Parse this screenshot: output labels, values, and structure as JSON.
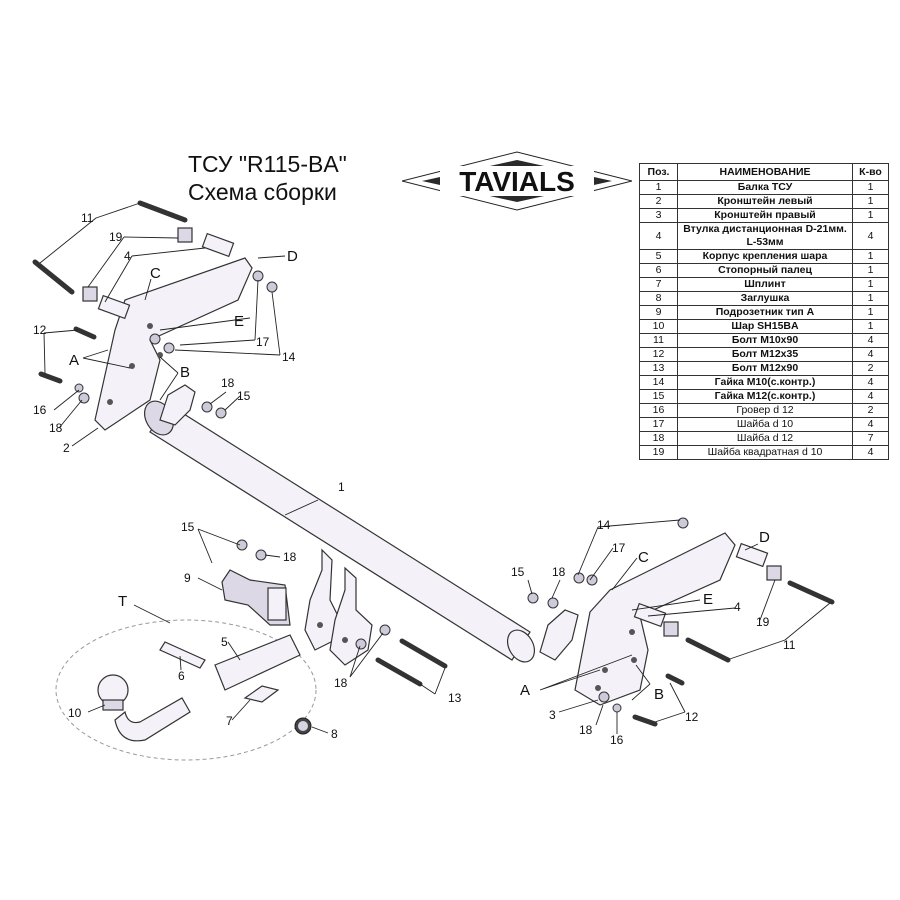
{
  "title": {
    "line1": "ТСУ  \"R115-BA\"",
    "line2": "Схема сборки"
  },
  "logo": {
    "text": "TAVIALS"
  },
  "table": {
    "headers": [
      "Поз.",
      "НАИМЕНОВАНИЕ",
      "К-во"
    ],
    "rows": [
      {
        "pos": "1",
        "name": "Балка ТСУ",
        "qty": "1"
      },
      {
        "pos": "2",
        "name": "Кронштейн левый",
        "qty": "1"
      },
      {
        "pos": "3",
        "name": "Кронштейн правый",
        "qty": "1"
      },
      {
        "pos": "4",
        "name": "Втулка дистанционная D-21мм. L-53мм",
        "qty": "4"
      },
      {
        "pos": "5",
        "name": "Корпус крепления шара",
        "qty": "1"
      },
      {
        "pos": "6",
        "name": "Стопорный палец",
        "qty": "1"
      },
      {
        "pos": "7",
        "name": "Шплинт",
        "qty": "1"
      },
      {
        "pos": "8",
        "name": "Заглушка",
        "qty": "1"
      },
      {
        "pos": "9",
        "name": "Подрозетник тип А",
        "qty": "1"
      },
      {
        "pos": "10",
        "name": "Шар SH15BA",
        "qty": "1"
      },
      {
        "pos": "11",
        "name": "Болт М10х90",
        "qty": "4"
      },
      {
        "pos": "12",
        "name": "Болт М12х35",
        "qty": "4"
      },
      {
        "pos": "13",
        "name": "Болт М12х90",
        "qty": "2"
      },
      {
        "pos": "14",
        "name": "Гайка М10(с.контр.)",
        "qty": "4"
      },
      {
        "pos": "15",
        "name": "Гайка М12(с.контр.)",
        "qty": "4"
      },
      {
        "pos": "16",
        "name": "Гровер d 12",
        "qty": "2"
      },
      {
        "pos": "17",
        "name": "Шайба d 10",
        "qty": "4"
      },
      {
        "pos": "18",
        "name": "Шайба d 12",
        "qty": "7"
      },
      {
        "pos": "19",
        "name": "Шайба квадратная d 10",
        "qty": "4"
      }
    ]
  },
  "callouts": {
    "n1": "1",
    "n2": "2",
    "n3": "3",
    "n4": "4",
    "n5": "5",
    "n6": "6",
    "n7": "7",
    "n8": "8",
    "n9": "9",
    "n10": "10",
    "n11": "11",
    "n12": "12",
    "n13": "13",
    "n14": "14",
    "n15": "15",
    "n16": "16",
    "n17": "17",
    "n18": "18",
    "n19": "19",
    "A": "A",
    "B": "B",
    "C": "C",
    "D": "D",
    "E": "E",
    "T": "T"
  }
}
